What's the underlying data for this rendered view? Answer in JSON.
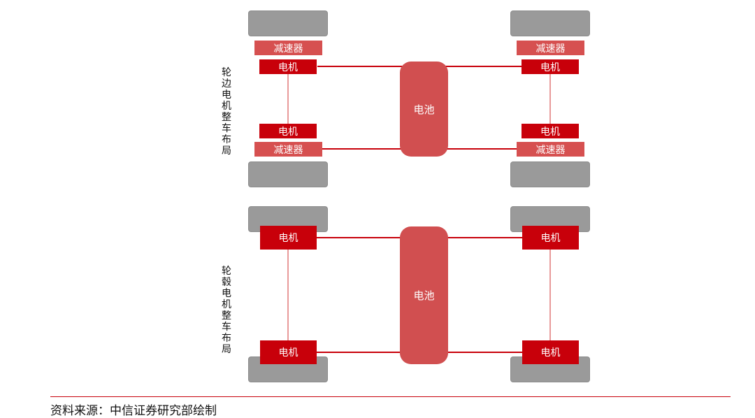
{
  "colors": {
    "motor": "#c8000a",
    "reducer": "#d65050",
    "battery": "#d14f50",
    "wheel": "#9a9a9a",
    "connector": "#c8000a",
    "axle": "#e89a9a"
  },
  "layout_a": {
    "label": "轮边电机整车布局",
    "motor_label": "电机",
    "reducer_label": "减速器",
    "battery_label": "电池"
  },
  "layout_b": {
    "label": "轮毂电机整车布局",
    "motor_label": "电机",
    "battery_label": "电池"
  },
  "footer": {
    "source": "资料来源：中信证券研究部绘制"
  }
}
